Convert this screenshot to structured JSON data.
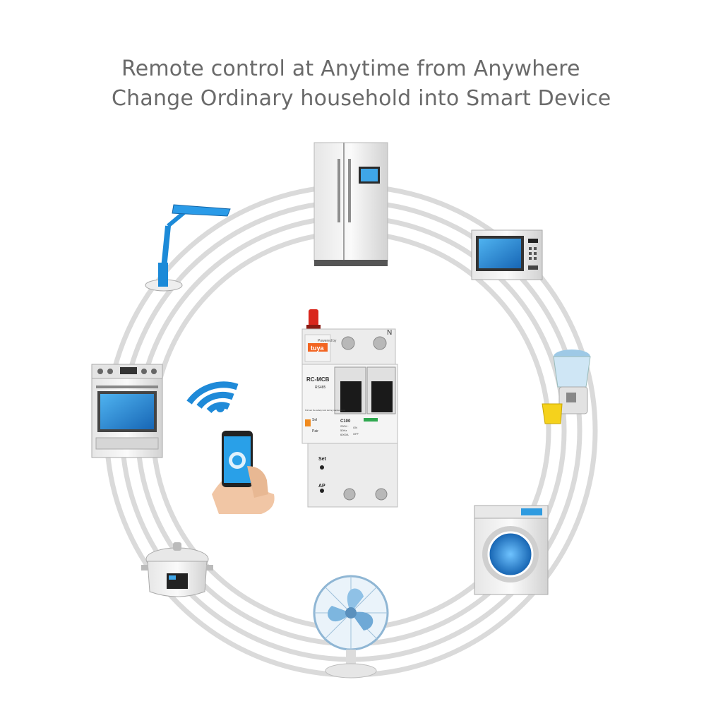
{
  "headline": {
    "line1": "Remote control at Anytime from Anywhere",
    "line2": "Change Ordinary household into Smart Device"
  },
  "breaker": {
    "brand_powered": "Powered by",
    "brand": "tuya",
    "model": "RC-MCB",
    "protocol": "RS485",
    "rating": "C100",
    "spec1": "230V~",
    "spec2": "50Hz",
    "spec3": "6000A",
    "on_label": "ON",
    "off_label": "OFF",
    "set_label": "Set",
    "ap_label": "AP",
    "sel_label": "Sel",
    "pair_label": "Pair",
    "neutral_label": "N",
    "warning": "Pull out the safety lock during maintenance"
  },
  "appliances": [
    "refrigerator-icon",
    "microwave-icon",
    "juicer-icon",
    "washing-machine-icon",
    "fan-icon",
    "rice-cooker-icon",
    "oven-icon",
    "desk-lamp-icon",
    "wifi-icon",
    "smartphone-icon"
  ],
  "colors": {
    "ring": "#d8d8d8",
    "headline": "#6a6a6a",
    "screen_blue": "#1f86d6",
    "tuya_orange": "#f26522",
    "antenna_red": "#d9261c"
  }
}
